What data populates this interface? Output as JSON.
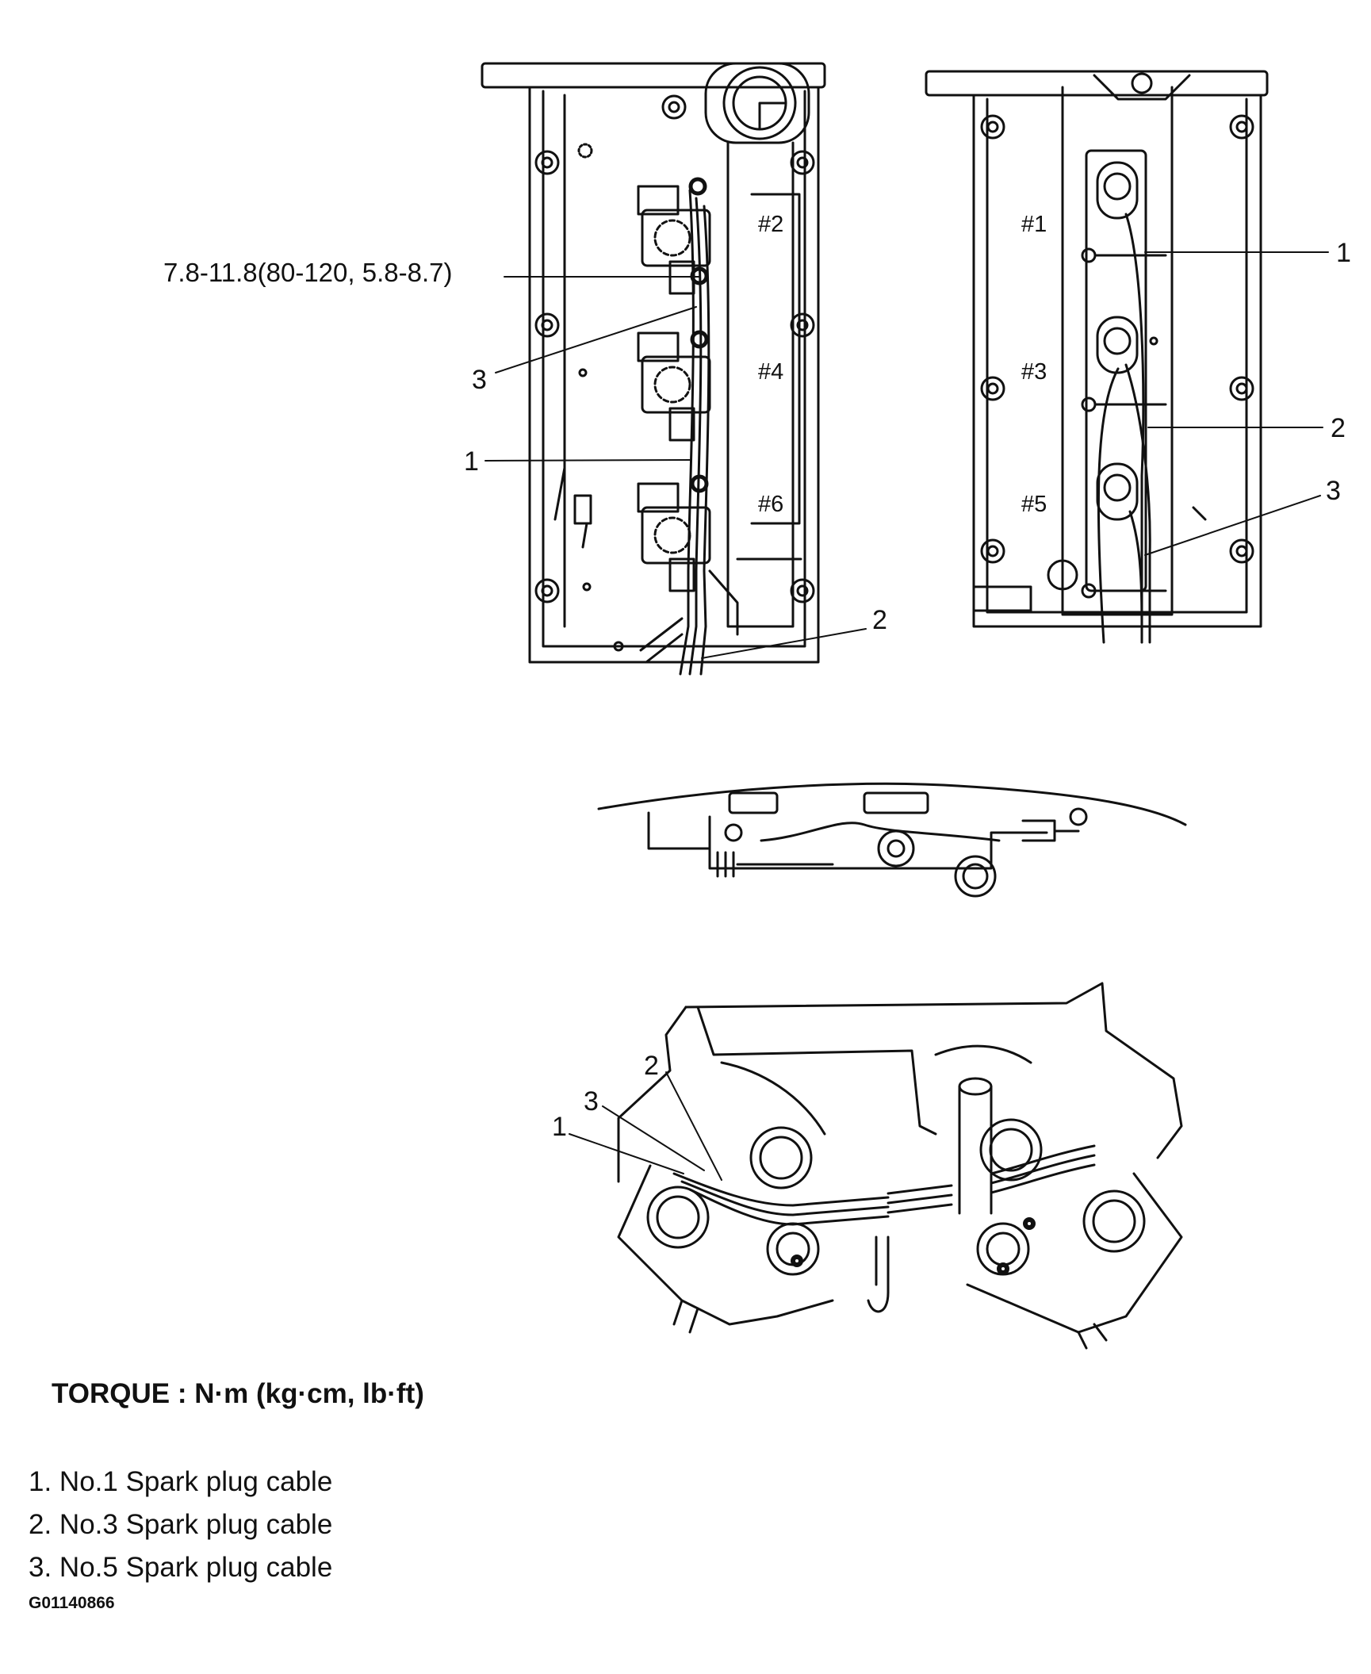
{
  "torque_spec": "7.8-11.8(80-120, 5.8-8.7)",
  "left_head": {
    "cylinders": [
      "#2",
      "#4",
      "#6"
    ],
    "callouts": [
      "3",
      "1",
      "2"
    ]
  },
  "right_head": {
    "cylinders": [
      "#1",
      "#3",
      "#5"
    ],
    "callouts": [
      "1",
      "2",
      "3"
    ]
  },
  "bottom_view": {
    "callouts": [
      "2",
      "3",
      "1"
    ]
  },
  "heading": "TORQUE : N·m (kg·cm, lb·ft)",
  "legend": [
    "1. No.1 Spark plug cable",
    "2. No.3 Spark plug cable",
    "3. No.5 Spark plug cable"
  ],
  "figure_id": "G01140866"
}
